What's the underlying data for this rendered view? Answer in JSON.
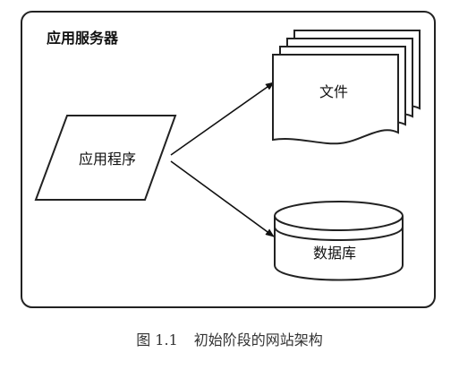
{
  "diagram": {
    "container_title": "应用服务器",
    "nodes": {
      "application": "应用程序",
      "files": "文件",
      "database": "数据库"
    }
  },
  "caption": {
    "number": "图 1.1",
    "text": "初始阶段的网站架构"
  }
}
